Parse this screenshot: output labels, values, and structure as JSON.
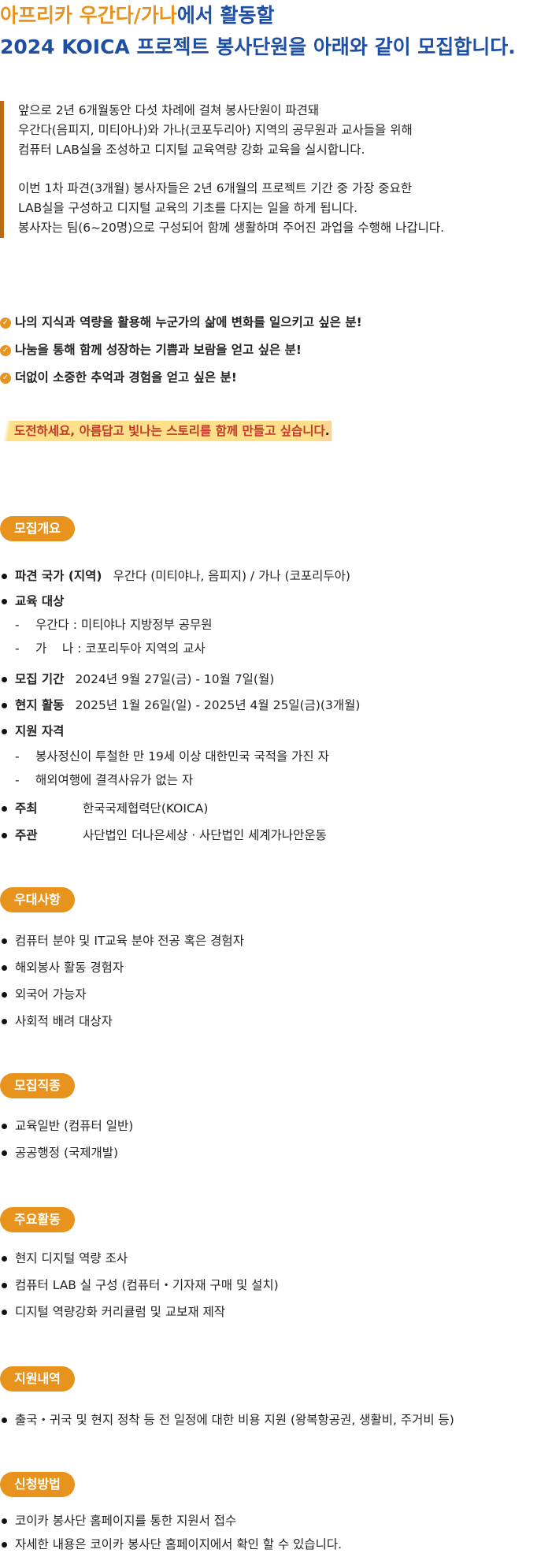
{
  "title": {
    "line1_a": "아프리카 우간다/가나",
    "line1_b": "에서 활동할",
    "line2": "2024 KOICA 프로젝트 봉사단원을 아래와 같이 모집합니다."
  },
  "intro": {
    "para1": [
      "앞으로 2년 6개월동안 다섯 차례에 걸쳐 봉사단원이 파견돼",
      "우간다(음피지, 미티아나)와 가나(코포두리아) 지역의 공무원과 교사들을 위해",
      "컴퓨터 LAB실을 조성하고 디지털 교육역량 강화 교육을 실시합니다."
    ],
    "para2": [
      "이번 1차 파견(3개월) 봉사자들은 2년 6개월의 프로젝트 기간 중 가장 중요한",
      "LAB실을 구성하고 디지털 교육의 기초를 다지는 일을 하게 됩니다.",
      "봉사자는 팀(6~20명)으로 구성되어 함께 생활하며 주어진 과업을 수행해 나갑니다."
    ]
  },
  "checks": [
    "나의 지식과 역량을 활용해 누군가의 삶에 변화를 일으키고 싶은 분!",
    "나눔을 통해 함께 성장하는 기쁨과 보람을 얻고 싶은 분!",
    "더없이 소중한 추억과 경험을 얻고 싶은 분!"
  ],
  "highlight": "도전하세요, 아름답고 빛나는 스토리를 함께 만들고 싶습니다",
  "highlight_end": ".",
  "overview": {
    "title": "모집개요",
    "country_key": "파견 국가 (지역)",
    "country_val": "우간다 (미티야나, 음피지) / 가나 (코포리두아)",
    "target_key": "교육 대상",
    "target_subs": [
      {
        "dash": "-",
        "text": "우간다 : 미티야나 지방정부 공무원"
      },
      {
        "dash": "-",
        "text": "가    나 : 코포리두아 지역의 교사"
      }
    ],
    "period_key": "모집 기간",
    "period_val": "2024년 9월 27일(금) - 10월 7일(월)",
    "field_key": "현지 활동",
    "field_val": "2025년 1월 26일(일) - 2025년 4월 25일(금)(3개월)",
    "qual_key": "지원 자격",
    "qual_subs": [
      {
        "dash": "-",
        "text": "봉사정신이 투철한 만 19세 이상 대한민국 국적을 가진 자"
      },
      {
        "dash": "-",
        "text": "해외여행에 결격사유가 없는 자"
      }
    ],
    "host_key": "주최",
    "host_val": "한국국제협력단(KOICA)",
    "org_key": "주관",
    "org_val": "사단법인 더나은세상 · 사단법인 세계가나안운동"
  },
  "preference": {
    "title": "우대사항",
    "items": [
      "컴퓨터 분야 및 IT교육 분야 전공 혹은 경험자",
      "해외봉사 활동 경험자",
      "외국어 가능자",
      "사회적 배려 대상자"
    ]
  },
  "jobs": {
    "title": "모집직종",
    "items": [
      "교육일반 (컴퓨터 일반)",
      "공공행정 (국제개발)"
    ]
  },
  "activities": {
    "title": "주요활동",
    "items": [
      "현지 디지털 역량 조사",
      "컴퓨터 LAB 실 구성 (컴퓨터・기자재 구매 및 설치)",
      "디지털 역량강화 커리큘럼 및 교보재 제작"
    ]
  },
  "support": {
    "title": "지원내역",
    "items": [
      "출국・귀국 및 현지 정착 등 전 일정에 대한 비용 지원 (왕복항공권, 생활비, 주거비 등)"
    ]
  },
  "apply": {
    "title": "신청방법",
    "items": [
      "코이카 봉사단 홈페이지를 통한 지원서 접수",
      "자세한 내용은 코이카 봉사단 홈페이지에서 확인 할 수 있습니다."
    ]
  },
  "colors": {
    "orange": "#e7931e",
    "blue": "#1f4fa3",
    "highlight": "#fde08a"
  },
  "icons": {
    "check": "check-circle-icon",
    "bullet": "bullet-dot-icon"
  }
}
